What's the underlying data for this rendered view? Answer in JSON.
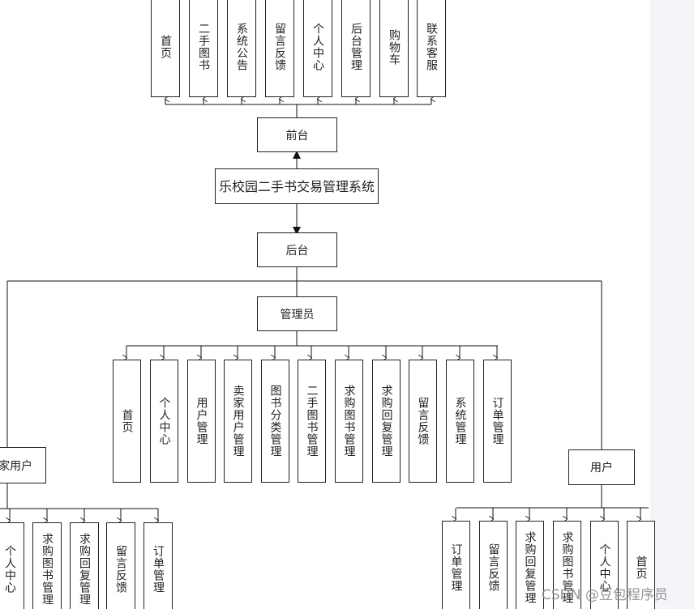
{
  "system": {
    "title": "乐校园二手书交易管理系统"
  },
  "front": {
    "label": "前台",
    "modules": [
      "首页",
      "二手图书",
      "系统公告",
      "留言反馈",
      "个人中心",
      "后台管理",
      "购物车",
      "联系客服"
    ]
  },
  "back": {
    "label": "后台"
  },
  "admin": {
    "label": "管理员",
    "modules": [
      "首页",
      "个人中心",
      "用户管理",
      "卖家用户管理",
      "图书分类管理",
      "二手图书管理",
      "求购图书管理",
      "求购回复管理",
      "留言反馈",
      "系统管理",
      "订单管理"
    ]
  },
  "seller": {
    "label": "卖家用户",
    "modules": [
      "个人中心",
      "求购图书管理",
      "求购回复管理",
      "留言反馈",
      "订单管理"
    ]
  },
  "user": {
    "label": "用户",
    "modules": [
      "订单管理",
      "留言反馈",
      "求购回复管理",
      "求购图书管理",
      "个人中心",
      "首页"
    ]
  },
  "watermark": "CSDN @豆包程序员"
}
